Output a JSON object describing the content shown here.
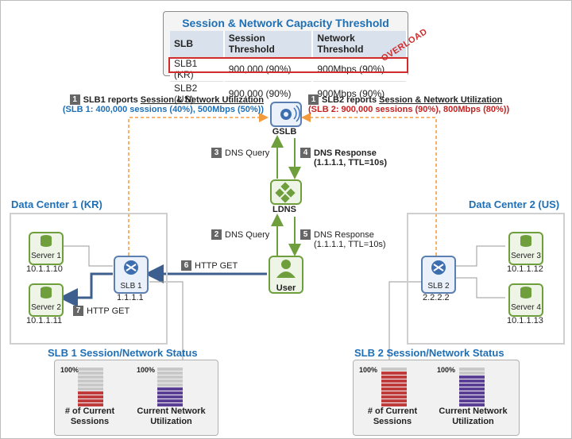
{
  "threshold": {
    "title": "Session & Network Capacity Threshold",
    "headers": [
      "SLB",
      "Session Threshold",
      "Network Threshold"
    ],
    "rows": [
      [
        "SLB1 (KR)",
        "900,000 (90%)",
        "900Mbps (90%)"
      ],
      [
        "SLB2 (US)",
        "900,000 (90%)",
        "900Mbps (90%)"
      ]
    ],
    "overload_label": "OVERLOAD"
  },
  "colors": {
    "blue": "#1f6fb5",
    "red": "#c42121",
    "orange": "#f39a3c",
    "green": "#6e9f3c",
    "purple": "#5b3f95",
    "bar_red": "#c03c3c"
  },
  "steps": {
    "slb1_report": {
      "num": "1",
      "prefix": "SLB1 reports ",
      "underlined": "Session & Network Utilization",
      "detail": "(SLB 1: 400,000 sessions (40%), 500Mbps (50%))"
    },
    "slb2_report": {
      "num": "1",
      "prefix": "SLB2 reports ",
      "underlined": "Session & Network Utilization",
      "detail": "(SLB 2: 900,000 sessions (90%), 800Mbps (80%))"
    },
    "dns_query_ldns": {
      "num": "3",
      "text": "DNS Query"
    },
    "dns_response_gslb": {
      "num": "4",
      "text": "DNS Response",
      "detail": "(1.1.1.1, TTL=10s)"
    },
    "dns_query_user": {
      "num": "2",
      "text": "DNS Query"
    },
    "dns_response_ldns": {
      "num": "5",
      "text": "DNS Response",
      "detail": "(1.1.1.1, TTL=10s)"
    },
    "http_get_slb": {
      "num": "6",
      "text": "HTTP GET"
    },
    "http_get_server": {
      "num": "7",
      "text": "HTTP GET"
    }
  },
  "nodes": {
    "gslb": "GSLB",
    "ldns": "LDNS",
    "user": "User",
    "slb1": {
      "name": "SLB 1",
      "ip": "1.1.1.1"
    },
    "slb2": {
      "name": "SLB 2",
      "ip": "2.2.2.2"
    },
    "server1": {
      "name": "Server 1",
      "ip": "10.1.1.10"
    },
    "server2": {
      "name": "Server 2",
      "ip": "10.1.1.11"
    },
    "server3": {
      "name": "Server 3",
      "ip": "10.1.1.12"
    },
    "server4": {
      "name": "Server 4",
      "ip": "10.1.1.13"
    }
  },
  "datacenters": {
    "dc1": "Data Center 1 (KR)",
    "dc2": "Data Center 2 (US)"
  },
  "status": {
    "slb1": {
      "title": "SLB 1 Session/Network Status",
      "sessions_level": 0.4,
      "network_level": 0.5
    },
    "slb2": {
      "title": "SLB 2 Session/Network Status",
      "sessions_level": 0.9,
      "network_level": 0.8
    },
    "pct_label": "100%",
    "sessions_label": [
      "# of Current",
      "Sessions"
    ],
    "network_label": [
      "Current Network",
      "Utilization"
    ]
  }
}
